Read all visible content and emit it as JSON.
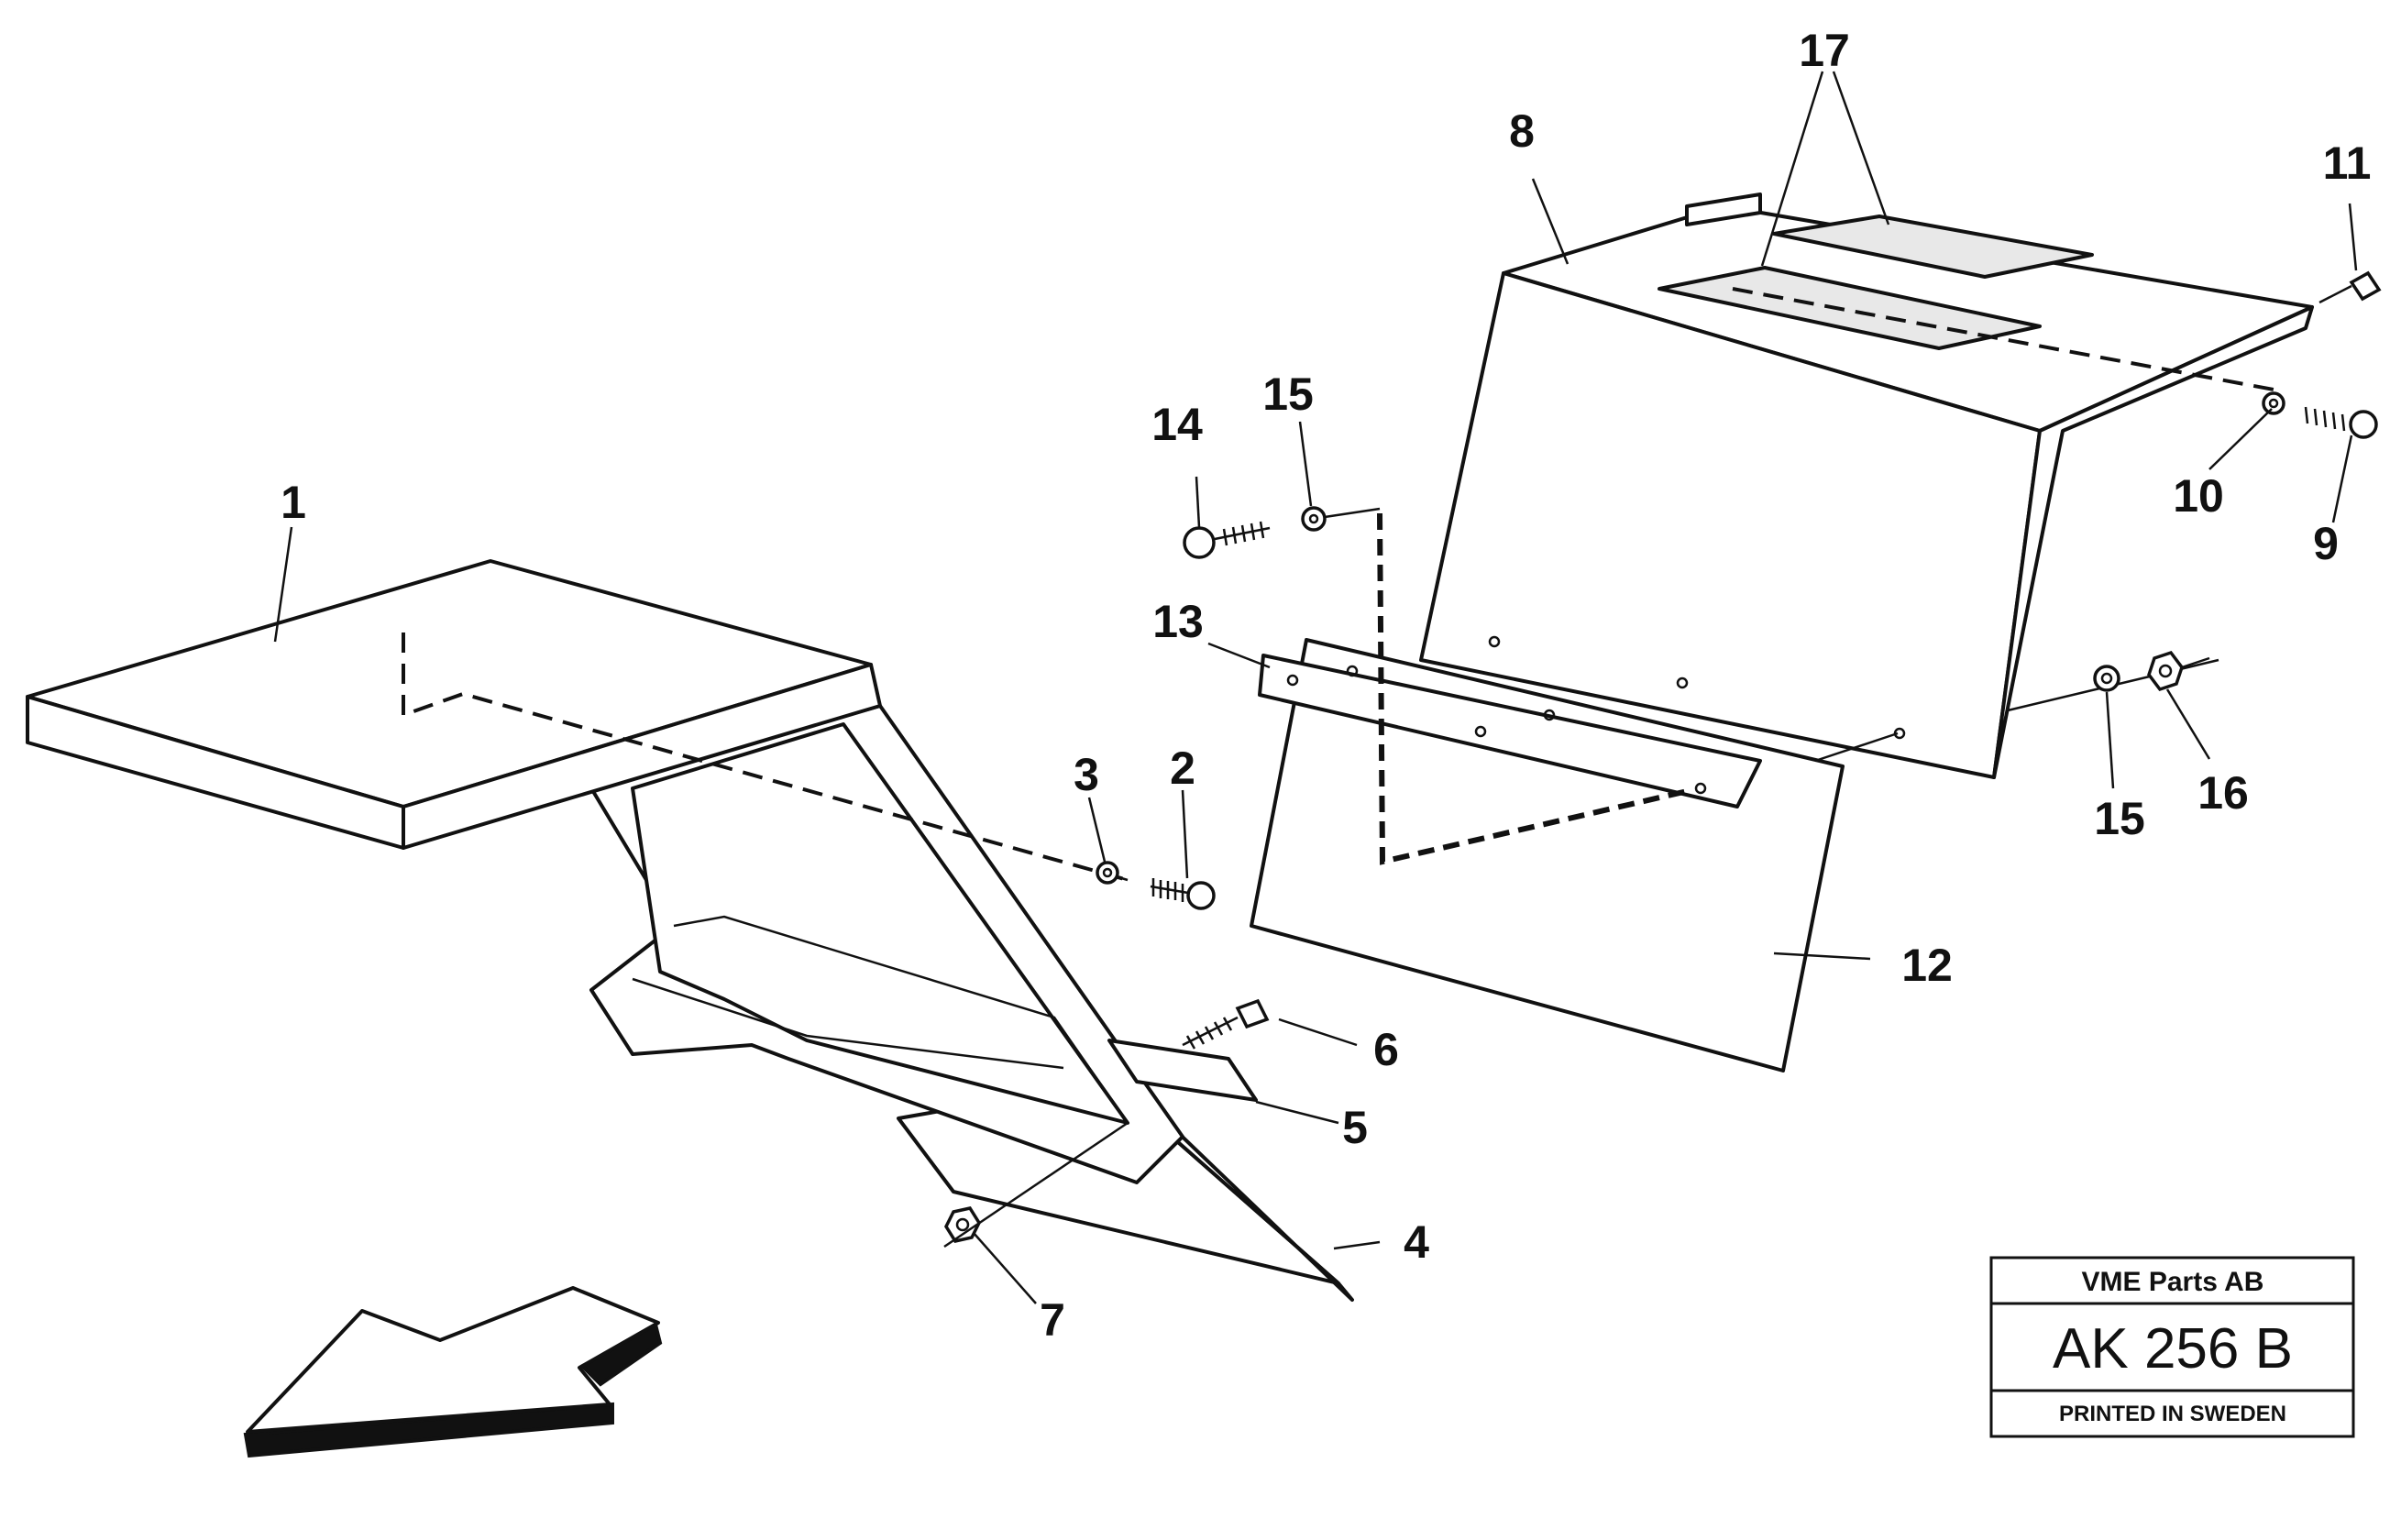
{
  "drawing": {
    "callouts": {
      "c1": "1",
      "c2": "2",
      "c3": "3",
      "c4": "4",
      "c5": "5",
      "c6": "6",
      "c7": "7",
      "c8": "8",
      "c9": "9",
      "c10": "10",
      "c11": "11",
      "c12": "12",
      "c13": "13",
      "c14": "14",
      "c15a": "15",
      "c15b": "15",
      "c16": "16",
      "c17": "17"
    }
  },
  "stamp": {
    "company": "VME Parts AB",
    "code": "AK 256 B",
    "footer": "PRINTED IN SWEDEN"
  }
}
